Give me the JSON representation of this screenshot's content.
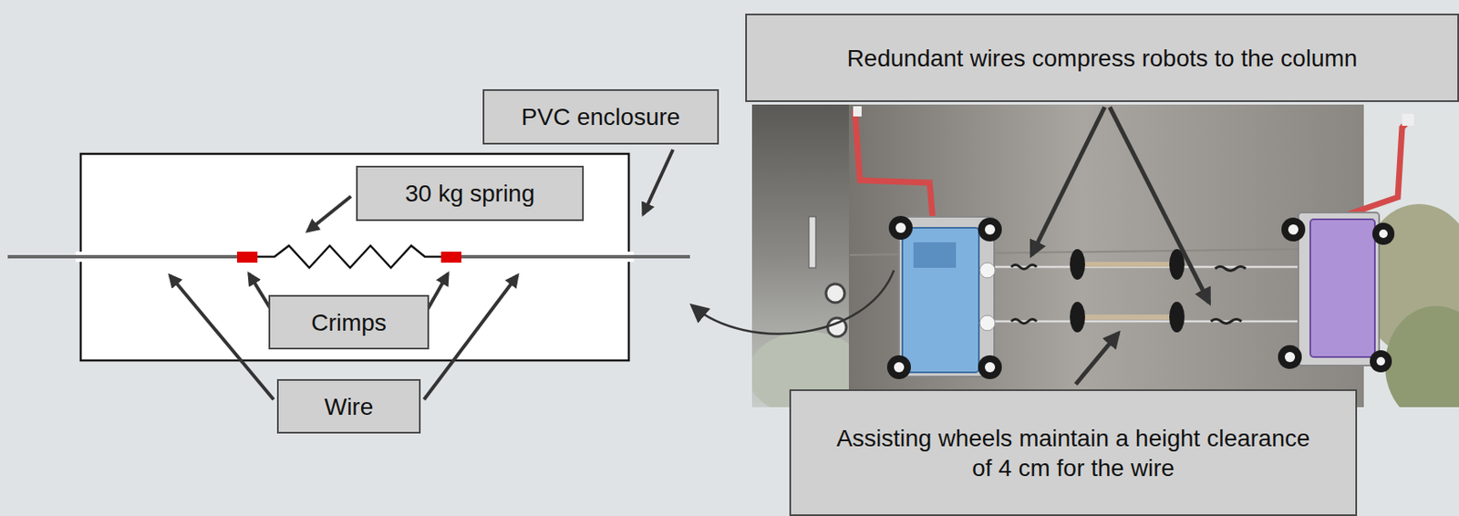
{
  "diagram": {
    "nodes": [
      {
        "text": [
          "PVC enclosure"
        ]
      },
      {
        "text": [
          "30 kg spring"
        ]
      },
      {
        "text": [
          "Crimps"
        ]
      },
      {
        "text": [
          "Wire"
        ]
      },
      {
        "text": [
          "Redundant wires compress robots to the column"
        ]
      },
      {
        "text": [
          "Assisting wheels maintain a height clearance of 4 cm for the wire"
        ]
      }
    ]
  }
}
